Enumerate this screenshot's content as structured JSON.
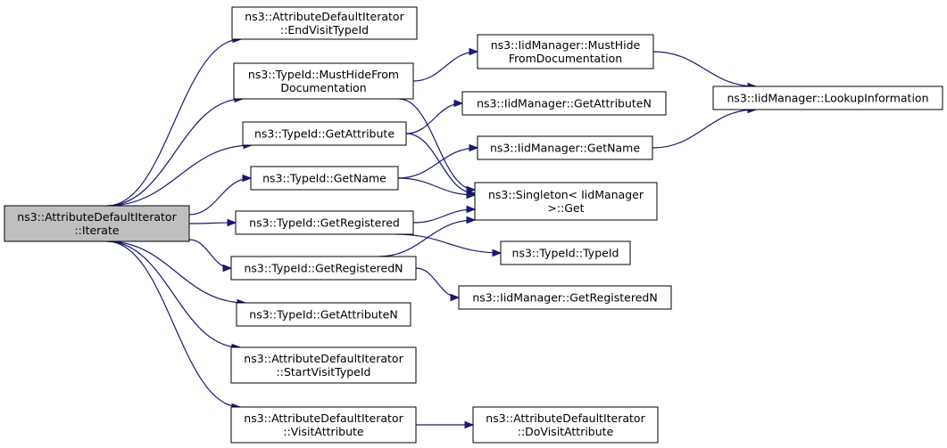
{
  "colors": {
    "edge": "#191970",
    "root_fill": "#bfbfbf",
    "node_fill": "#ffffff",
    "node_border": "#000000"
  },
  "nodes": [
    {
      "id": "root",
      "lines": [
        "ns3::AttributeDefaultIterator",
        "::Iterate"
      ],
      "root": true
    },
    {
      "id": "endVisit",
      "lines": [
        "ns3::AttributeDefaultIterator",
        "::EndVisitTypeId"
      ]
    },
    {
      "id": "mustHide",
      "lines": [
        "ns3::TypeId::MustHideFrom",
        "Documentation"
      ]
    },
    {
      "id": "getAttr",
      "lines": [
        "ns3::TypeId::GetAttribute"
      ]
    },
    {
      "id": "getName",
      "lines": [
        "ns3::TypeId::GetName"
      ]
    },
    {
      "id": "getReg",
      "lines": [
        "ns3::TypeId::GetRegistered"
      ]
    },
    {
      "id": "getRegN",
      "lines": [
        "ns3::TypeId::GetRegisteredN"
      ]
    },
    {
      "id": "getAttrN",
      "lines": [
        "ns3::TypeId::GetAttributeN"
      ]
    },
    {
      "id": "startVisit",
      "lines": [
        "ns3::AttributeDefaultIterator",
        "::StartVisitTypeId"
      ]
    },
    {
      "id": "visitAttr",
      "lines": [
        "ns3::AttributeDefaultIterator",
        "::VisitAttribute"
      ]
    },
    {
      "id": "iidMustHide",
      "lines": [
        "ns3::IidManager::MustHide",
        "FromDocumentation"
      ]
    },
    {
      "id": "iidGetAttrN",
      "lines": [
        "ns3::IidManager::GetAttributeN"
      ]
    },
    {
      "id": "iidGetName",
      "lines": [
        "ns3::IidManager::GetName"
      ]
    },
    {
      "id": "singleton",
      "lines": [
        "ns3::Singleton< IidManager",
        ">::Get"
      ]
    },
    {
      "id": "typeIdCtor",
      "lines": [
        "ns3::TypeId::TypeId"
      ]
    },
    {
      "id": "iidGetRegN",
      "lines": [
        "ns3::IidManager::GetRegisteredN"
      ]
    },
    {
      "id": "doVisit",
      "lines": [
        "ns3::AttributeDefaultIterator",
        "::DoVisitAttribute"
      ]
    },
    {
      "id": "lookup",
      "lines": [
        "ns3::IidManager::LookupInformation"
      ]
    }
  ],
  "edges": [
    [
      "root",
      "endVisit"
    ],
    [
      "root",
      "mustHide"
    ],
    [
      "root",
      "getAttr"
    ],
    [
      "root",
      "getName"
    ],
    [
      "root",
      "getReg"
    ],
    [
      "root",
      "getRegN"
    ],
    [
      "root",
      "getAttrN"
    ],
    [
      "root",
      "startVisit"
    ],
    [
      "root",
      "visitAttr"
    ],
    [
      "mustHide",
      "iidMustHide"
    ],
    [
      "mustHide",
      "singleton"
    ],
    [
      "iidMustHide",
      "lookup"
    ],
    [
      "iidGetName",
      "lookup"
    ],
    [
      "getAttr",
      "iidGetAttrN"
    ],
    [
      "getAttr",
      "singleton"
    ],
    [
      "getName",
      "iidGetName"
    ],
    [
      "getName",
      "singleton"
    ],
    [
      "getReg",
      "singleton"
    ],
    [
      "getReg",
      "typeIdCtor"
    ],
    [
      "getRegN",
      "singleton"
    ],
    [
      "getRegN",
      "iidGetRegN"
    ],
    [
      "visitAttr",
      "doVisit"
    ]
  ]
}
